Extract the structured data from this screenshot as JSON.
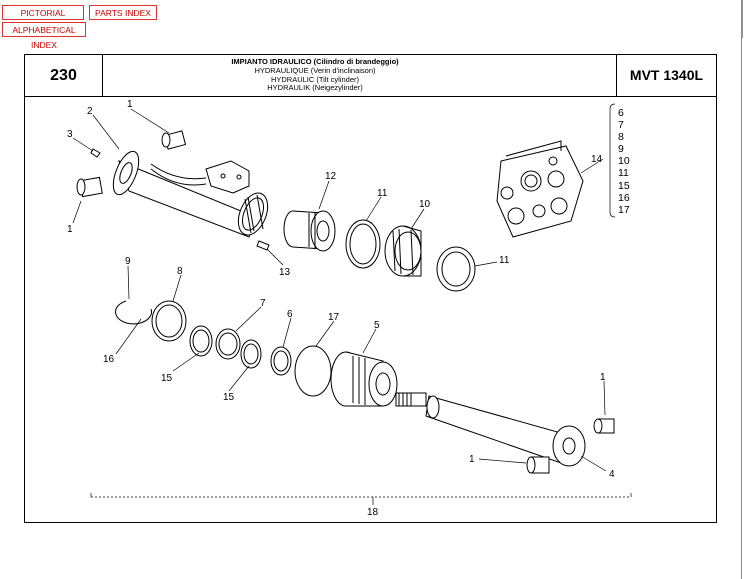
{
  "nav": {
    "pictorial_index": "PICTORIAL INDEX",
    "parts_index": "PARTS INDEX",
    "alphabetical_index": "ALPHABETICAL INDEX"
  },
  "header": {
    "page_number": "230",
    "title_it": "IMPIANTO IDRAULICO (Cilindro di brandeggio)",
    "title_fr": "HYDRAULIQUE (Verin d'inclinaison)",
    "title_en": "HYDRAULIC (Tilt cylinder)",
    "title_de": "HYDRAULIK (Neigezylinder)",
    "model": "MVT 1340L"
  },
  "callouts": {
    "c1a": "1",
    "c2": "2",
    "c3": "3",
    "c1b": "1",
    "c12": "12",
    "c11a": "11",
    "c10": "10",
    "c11b": "11",
    "c13": "13",
    "c14": "14",
    "c9": "9",
    "c8": "8",
    "c16": "16",
    "c15a": "15",
    "c7": "7",
    "c15b": "15",
    "c6": "6",
    "c17": "17",
    "c5": "5",
    "c1c": "1",
    "c1d": "1",
    "c4": "4",
    "c18": "18"
  },
  "kit_list": [
    "6",
    "7",
    "8",
    "9",
    "10",
    "11",
    "15",
    "16",
    "17"
  ],
  "colors": {
    "nav_text": "#cc0000",
    "nav_border": "#dd3333",
    "line": "#000000"
  }
}
